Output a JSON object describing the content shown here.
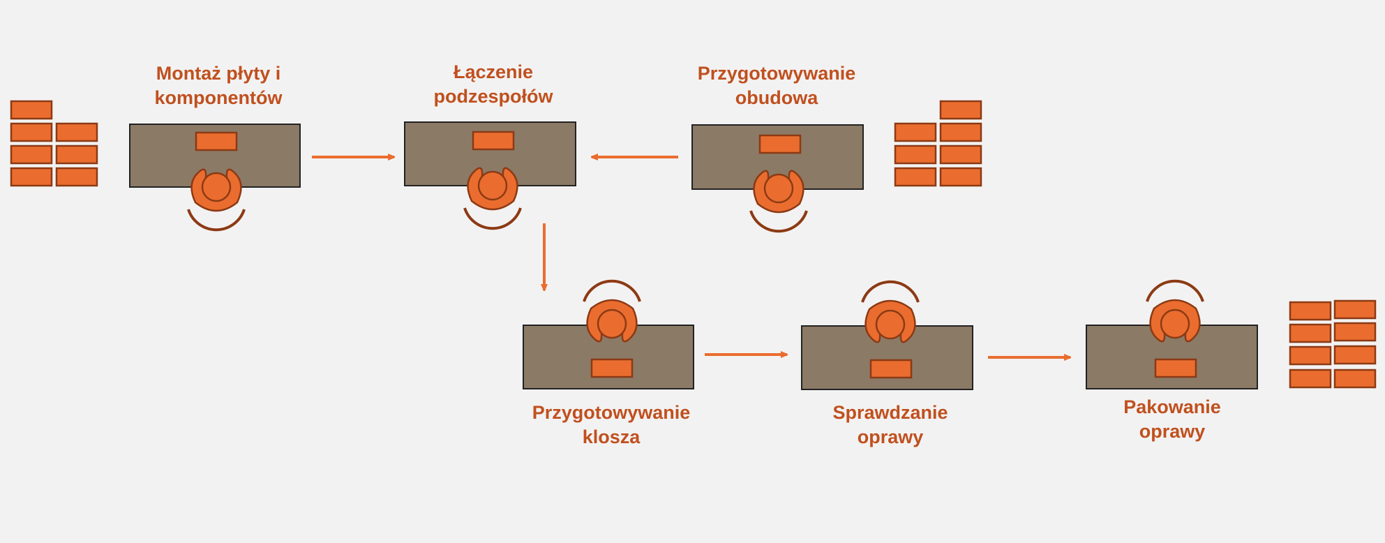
{
  "colors": {
    "background": "#f3f2f2",
    "accent": "#ea6d2f",
    "outline": "#8c3a14",
    "table": "#8b7a66",
    "text": "#c0501e"
  },
  "stations": [
    {
      "label": "Montaż płyty i\nkomponentów"
    },
    {
      "label": "Łączenie\npodzespołów"
    },
    {
      "label": "Przygotowywanie\nobudowa"
    },
    {
      "label": "Przygotowywanie\nklosza"
    },
    {
      "label": "Sprawdzanie\noprawy"
    },
    {
      "label": "Pakowanie\noprawy"
    }
  ],
  "icons": {
    "workstation": "worker-at-table-topview",
    "stack": "brick-stack"
  }
}
